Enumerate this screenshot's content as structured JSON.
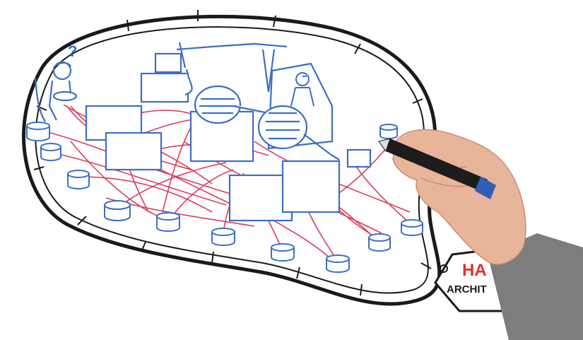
{
  "scene": {
    "doodle_question_mark": "?",
    "tag_title": "HA",
    "tag_subtitle": "ARCHIT"
  },
  "colors": {
    "outline": "#1a1a1a",
    "sketch_blue": "#3b6fc4",
    "connector_red": "#d8284a",
    "tag_red": "#e03030",
    "skin": "#e8b49a",
    "sleeve": "#7d7d7d",
    "marker_body": "#1c1c1c",
    "marker_cap": "#2f5fb5"
  },
  "icons": [
    "question-mark-doodle",
    "computer-user-doodle",
    "crane-doodle",
    "tractor-doodle",
    "database-cylinder-icon",
    "server-box-icon",
    "hand-with-marker"
  ]
}
